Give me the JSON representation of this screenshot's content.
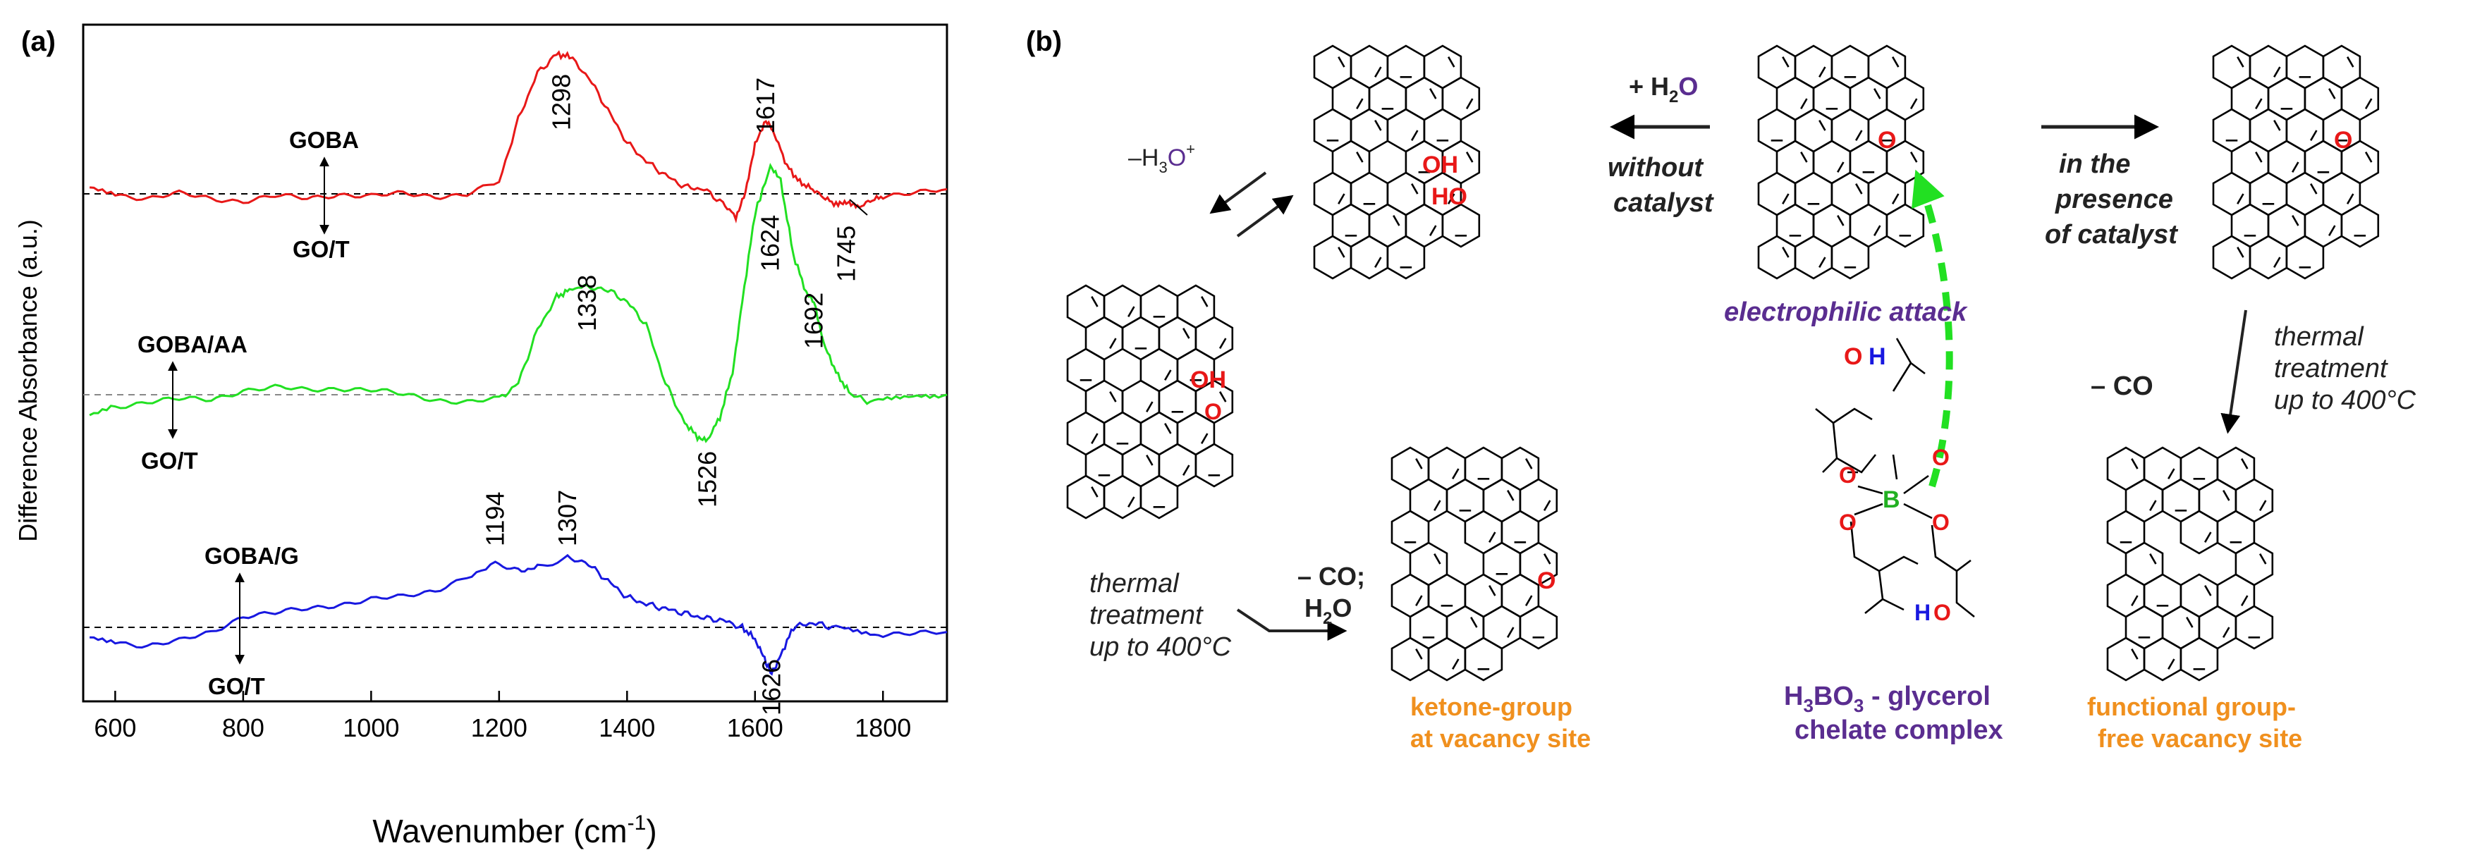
{
  "panel_a_label": "(a)",
  "panel_b_label": "(b)",
  "colors": {
    "red": "#e81818",
    "green": "#22e022",
    "blue": "#1818e0",
    "orange": "#f0901e",
    "purple": "#5a2d90"
  },
  "chart_data": {
    "type": "line",
    "xlabel": "Wavenumber (cm",
    "xlabel_sup": "-1",
    "xlabel_end": ")",
    "ylabel": "Difference Absorbance (a.u.)",
    "xlim": [
      550,
      1900
    ],
    "xticks": [
      600,
      800,
      1000,
      1200,
      1400,
      1600,
      1800
    ],
    "series": [
      {
        "name": "GOBA",
        "reference": "GO/T",
        "color": "#e81818",
        "baseline": 0,
        "x": [
          560,
          600,
          650,
          700,
          750,
          800,
          850,
          900,
          950,
          1000,
          1050,
          1100,
          1150,
          1200,
          1230,
          1260,
          1290,
          1310,
          1340,
          1370,
          1400,
          1430,
          1460,
          1490,
          1520,
          1550,
          1570,
          1585,
          1600,
          1617,
          1630,
          1650,
          1670,
          1690,
          1710,
          1730,
          1745,
          1760,
          1780,
          1800,
          1850,
          1900
        ],
        "y": [
          0.02,
          0.0,
          -0.02,
          0.0,
          -0.02,
          -0.03,
          -0.01,
          -0.02,
          0.0,
          -0.01,
          0.0,
          -0.01,
          0.0,
          0.05,
          0.32,
          0.52,
          0.6,
          0.59,
          0.5,
          0.36,
          0.22,
          0.14,
          0.08,
          0.03,
          0.02,
          -0.04,
          -0.1,
          0.0,
          0.22,
          0.32,
          0.26,
          0.12,
          0.05,
          0.02,
          -0.02,
          -0.05,
          -0.03,
          -0.06,
          -0.03,
          -0.01,
          0.0,
          0.02
        ]
      },
      {
        "name": "GOBA/AA",
        "reference": "GO/T",
        "color": "#22e022",
        "baseline": 0,
        "x": [
          560,
          600,
          650,
          700,
          750,
          800,
          850,
          900,
          950,
          1000,
          1050,
          1100,
          1150,
          1200,
          1230,
          1260,
          1290,
          1310,
          1338,
          1370,
          1400,
          1430,
          1460,
          1490,
          1510,
          1526,
          1545,
          1565,
          1580,
          1600,
          1624,
          1640,
          1660,
          1680,
          1692,
          1710,
          1730,
          1750,
          1780,
          1820,
          1860,
          1900
        ],
        "y": [
          -0.08,
          -0.05,
          -0.03,
          -0.02,
          -0.02,
          0.02,
          0.03,
          0.02,
          0.03,
          0.02,
          0.0,
          -0.02,
          -0.03,
          -0.02,
          0.05,
          0.28,
          0.42,
          0.45,
          0.47,
          0.45,
          0.4,
          0.3,
          0.05,
          -0.12,
          -0.18,
          -0.19,
          -0.1,
          0.1,
          0.4,
          0.78,
          0.98,
          0.92,
          0.6,
          0.44,
          0.4,
          0.2,
          0.08,
          0.0,
          -0.03,
          -0.02,
          0.0,
          0.0
        ]
      },
      {
        "name": "GOBA/G",
        "reference": "GO/T",
        "color": "#1818e0",
        "baseline": 0,
        "x": [
          560,
          600,
          650,
          700,
          750,
          800,
          850,
          900,
          950,
          1000,
          1050,
          1100,
          1150,
          1194,
          1230,
          1260,
          1307,
          1340,
          1370,
          1400,
          1430,
          1460,
          1490,
          1520,
          1550,
          1580,
          1600,
          1615,
          1626,
          1640,
          1660,
          1690,
          1720,
          1760,
          1800,
          1850,
          1900
        ],
        "y": [
          -0.05,
          -0.06,
          -0.08,
          -0.06,
          -0.02,
          0.05,
          0.06,
          0.08,
          0.1,
          0.12,
          0.13,
          0.16,
          0.22,
          0.28,
          0.24,
          0.26,
          0.3,
          0.27,
          0.2,
          0.13,
          0.1,
          0.08,
          0.06,
          0.04,
          0.03,
          0.0,
          -0.05,
          -0.14,
          -0.2,
          -0.12,
          0.0,
          0.02,
          0.0,
          -0.02,
          -0.03,
          -0.03,
          -0.02
        ]
      }
    ],
    "annotations": [
      "1298",
      "1617",
      "1745",
      "1338",
      "1624",
      "1692",
      "1526",
      "1194",
      "1307",
      "1626"
    ]
  },
  "scheme": {
    "plus_h2o": "+ H",
    "plus_h2o_sub": "2",
    "plus_h2o_end": "O",
    "without_catalyst": [
      "without",
      "catalyst"
    ],
    "in_presence": [
      "in the",
      "presence",
      "of catalyst"
    ],
    "minus_h3o": "–H",
    "minus_h3o_sub": "3",
    "minus_h3o_end": "O",
    "minus_h3o_sup": "+",
    "electrophilic": "electrophilic attack",
    "thermal_1": [
      "thermal",
      "treatment",
      "up to 400°C"
    ],
    "minus_co_h2o": [
      "– CO;",
      "H"
    ],
    "minus_co_h2o_sub": "2",
    "minus_co_h2o_end": "O",
    "minus_co": "– CO",
    "thermal_2": [
      "thermal",
      "treatment",
      "up to 400°C"
    ],
    "ketone": [
      "ketone-group",
      "at vacancy site"
    ],
    "vacancy": [
      "functional group-",
      "free vacancy site"
    ],
    "h3bo3": "H",
    "h3bo3_sub_1": "3",
    "h3bo3_mid": "BO",
    "h3bo3_sub_2": "3",
    "h3bo3_end": " - glycerol",
    "chelate": "chelate complex",
    "atoms": {
      "O": "O",
      "OH": "OH",
      "HO": "HO",
      "H": "H",
      "B": "B"
    }
  }
}
